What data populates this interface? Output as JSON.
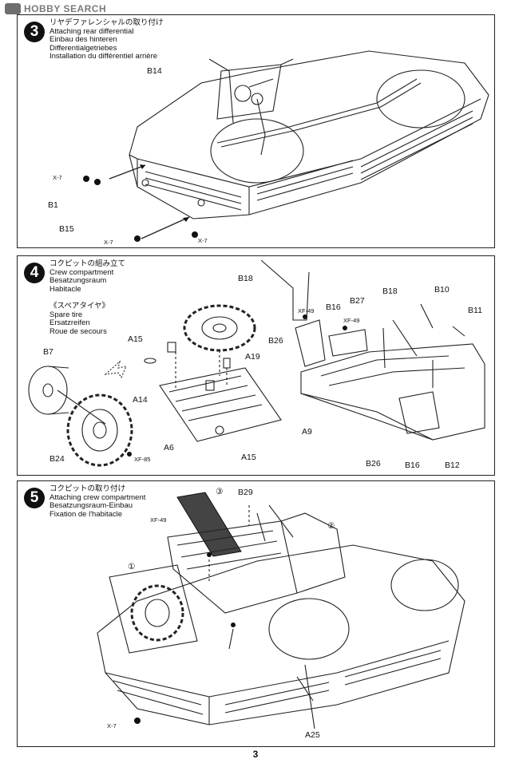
{
  "watermark": {
    "text": "HOBBY SEARCH"
  },
  "steps": [
    {
      "number": "3",
      "titles": [
        "リヤデファレンシャルの取り付け",
        "Attaching rear differential",
        "Einbau des hinteren",
        "Differentialgetriebes",
        "Installation du différentiel arrière"
      ],
      "labels": {
        "b14": "B14",
        "b1": "B1",
        "b15": "B15",
        "x7": "X-7"
      }
    },
    {
      "number": "4",
      "titles": [
        "コクピットの組み立て",
        "Crew compartment",
        "Besatzungsraum",
        "Habitacle"
      ],
      "spare_titles": [
        "《スペアタイヤ》",
        "Spare tire",
        "Ersatzreifen",
        "Roue de secours"
      ],
      "labels": {
        "b7": "B7",
        "b24": "B24",
        "xf85": "XF-85",
        "a15": "A15",
        "a14": "A14",
        "a6": "A6",
        "a19": "A19",
        "b18": "B18",
        "xf49": "XF-49",
        "b16": "B16",
        "b27": "B27",
        "b26": "B26",
        "a9": "A9",
        "b10": "B10",
        "b11": "B11",
        "b12": "B12"
      }
    },
    {
      "number": "5",
      "titles": [
        "コクピットの取り付け",
        "Attaching crew compartment",
        "Besatzungsraum-Einbau",
        "Fixation de l'habitacle"
      ],
      "labels": {
        "b29": "B29",
        "xf49": "XF-49",
        "c1": "①",
        "c2": "②",
        "c3": "③",
        "a25": "A25",
        "x7": "X-7"
      }
    }
  ],
  "page_number": "3"
}
